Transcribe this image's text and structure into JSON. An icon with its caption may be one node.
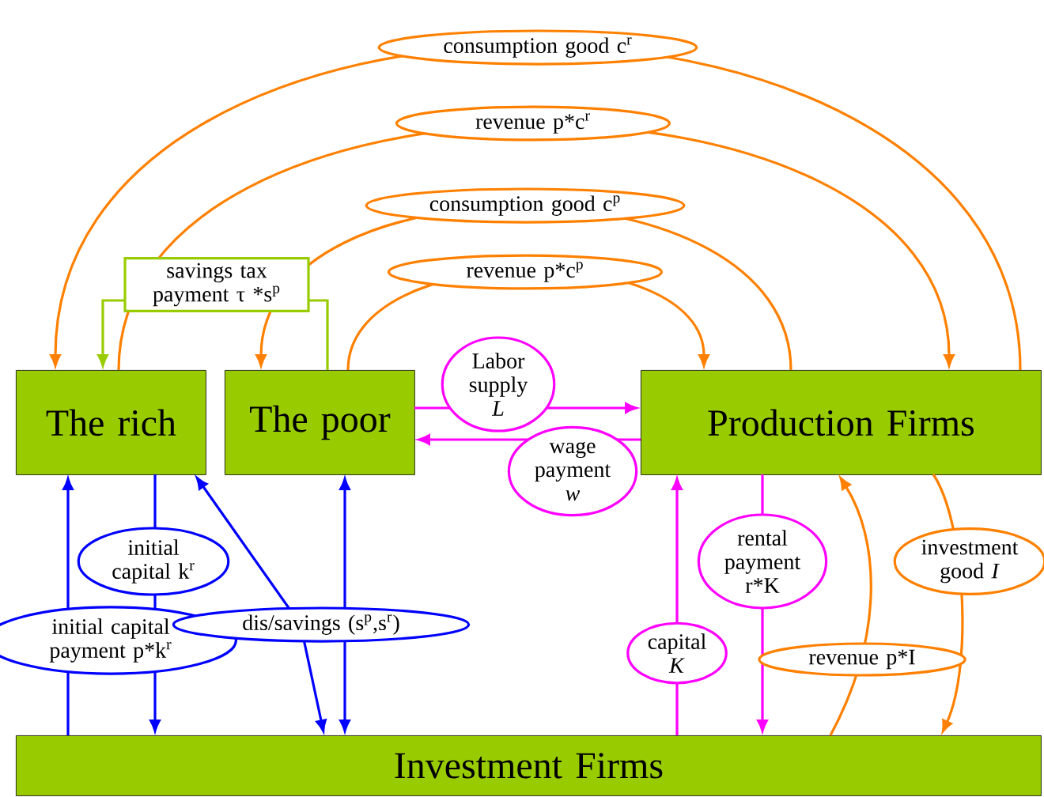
{
  "diagram": {
    "nodes": [
      {
        "text": [
          "The rich"
        ]
      },
      {
        "text": [
          "The poor"
        ]
      },
      {
        "text": [
          "Production Firms"
        ]
      },
      {
        "text": [
          "Investment Firms"
        ]
      }
    ],
    "edges": [
      {
        "from": 2,
        "to": 0,
        "arrow": "to",
        "label": "consumption good c$^{r}$"
      },
      {
        "from": 0,
        "to": 2,
        "arrow": "to",
        "label": "revenue p*c$^{r}$"
      },
      {
        "from": 2,
        "to": 1,
        "arrow": "to",
        "label": "consumption good c$^{p}$"
      },
      {
        "from": 1,
        "to": 2,
        "arrow": "to",
        "label": "revenue p*c$^{p}$"
      },
      {
        "from": 1,
        "to": 0,
        "arrow": "to",
        "label": "savings tax payment τ *s$^{p}$",
        "color": "#99cc00"
      },
      {
        "from": 1,
        "to": 2,
        "arrow": "to",
        "label": "Labor supply *L*",
        "color": "#ff00ff"
      },
      {
        "from": 2,
        "to": 1,
        "arrow": "to",
        "label": "wage payment *w*",
        "color": "#ff00ff"
      },
      {
        "from": 3,
        "to": 2,
        "arrow": "to",
        "label": "capital *K*",
        "color": "#ff00ff"
      },
      {
        "from": 2,
        "to": 3,
        "arrow": "to",
        "label": "rental payment r*K",
        "color": "#ff00ff"
      },
      {
        "from": 3,
        "to": 2,
        "arrow": "to",
        "label": "revenue p*I"
      },
      {
        "from": 2,
        "to": 3,
        "arrow": "to",
        "label": "investment good *I*"
      },
      {
        "from": 3,
        "to": 0,
        "arrow": "to",
        "label": "initial capital payment p*k$^{r}$",
        "color": "#0000ff"
      },
      {
        "from": 0,
        "to": 3,
        "arrow": "to",
        "label": "initial capital k$^{r}$",
        "color": "#0000ff"
      },
      {
        "from": 0,
        "to": 3,
        "arrow": "both",
        "label": "dis/savings (s$^{p}$,s$^{r}$)",
        "color": "#0000ff"
      },
      {
        "from": 1,
        "to": 3,
        "arrow": "both",
        "color": "#0000ff"
      }
    ]
  }
}
